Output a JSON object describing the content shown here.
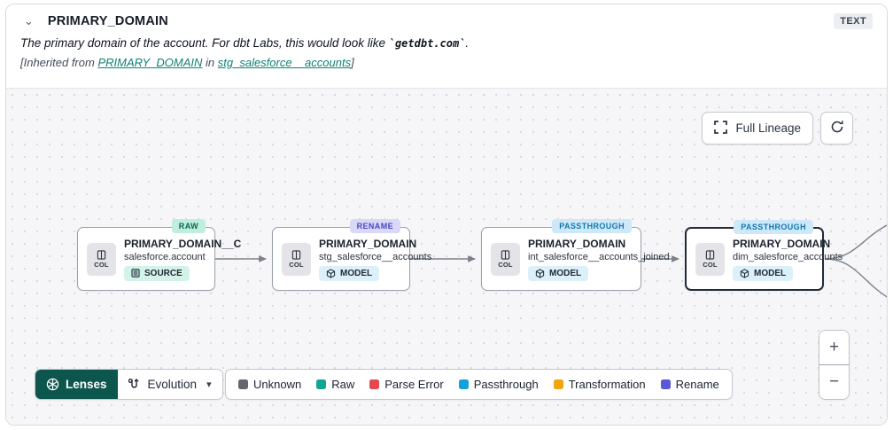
{
  "header": {
    "title": "PRIMARY_DOMAIN",
    "type_badge": "TEXT",
    "description_prefix": "The primary domain of the account. For dbt Labs, this would look like ",
    "description_code": "`getdbt.com`",
    "description_suffix": ".",
    "inherited_prefix": "[Inherited from ",
    "inherited_link_column": "PRIMARY_DOMAIN",
    "inherited_middle": " in ",
    "inherited_link_model": "stg_salesforce__accounts",
    "inherited_suffix": "]"
  },
  "toolbar": {
    "full_lineage_label": "Full Lineage"
  },
  "canvas": {
    "nodes": [
      {
        "title": "PRIMARY_DOMAIN__C",
        "subtitle": "salesforce.account",
        "resource_type": "SOURCE",
        "status": "RAW",
        "col_label": "COL"
      },
      {
        "title": "PRIMARY_DOMAIN",
        "subtitle": "stg_salesforce__accounts",
        "resource_type": "MODEL",
        "status": "RENAME",
        "col_label": "COL"
      },
      {
        "title": "PRIMARY_DOMAIN",
        "subtitle": "int_salesforce__accounts_joined",
        "resource_type": "MODEL",
        "status": "PASSTHROUGH",
        "col_label": "COL"
      },
      {
        "title": "PRIMARY_DOMAIN",
        "subtitle": "dim_salesforce_accounts",
        "resource_type": "MODEL",
        "status": "PASSTHROUGH",
        "col_label": "COL"
      }
    ]
  },
  "lenses": {
    "lenses_label": "Lenses",
    "selected_lens": "Evolution"
  },
  "legend": {
    "items": [
      {
        "label": "Unknown",
        "color": "#63666c"
      },
      {
        "label": "Raw",
        "color": "#12a594"
      },
      {
        "label": "Parse Error",
        "color": "#e5484d"
      },
      {
        "label": "Passthrough",
        "color": "#179fd9"
      },
      {
        "label": "Transformation",
        "color": "#f2a50c"
      },
      {
        "label": "Rename",
        "color": "#5a58d5"
      }
    ]
  },
  "zoom": {
    "zoom_in": "+",
    "zoom_out": "−"
  },
  "colors": {
    "lenses_button": "#0d564e",
    "link": "#0e8274",
    "status_raw_bg": "#bfefdc",
    "status_rename_bg": "#d9d8f8",
    "status_passthrough_bg": "#cde8f8"
  }
}
